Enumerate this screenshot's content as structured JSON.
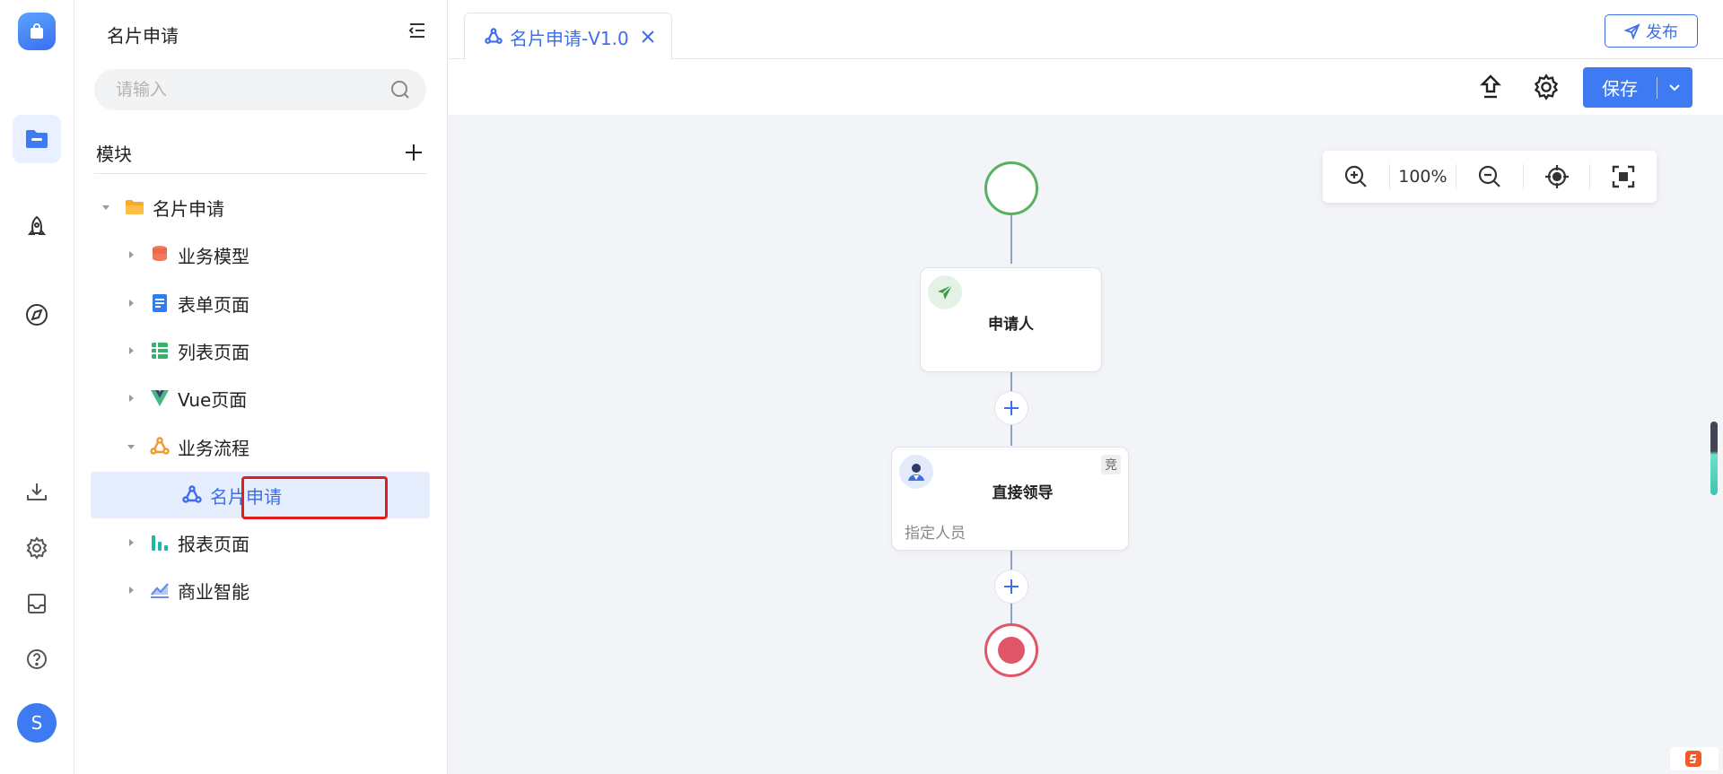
{
  "rail": {
    "avatar_letter": "S",
    "icons": [
      "bag-icon",
      "folder-icon",
      "rocket-icon",
      "compass-icon",
      "download-icon",
      "gear-icon",
      "inbox-icon",
      "help-icon"
    ]
  },
  "panel": {
    "title": "名片申请",
    "search_placeholder": "请输入",
    "section_title": "模块",
    "tree": [
      {
        "label": "名片申请",
        "level": 0,
        "expanded": true,
        "icon": "folder-icon"
      },
      {
        "label": "业务模型",
        "level": 1,
        "expanded": false,
        "icon": "database-icon"
      },
      {
        "label": "表单页面",
        "level": 1,
        "expanded": false,
        "icon": "form-icon"
      },
      {
        "label": "列表页面",
        "level": 1,
        "expanded": false,
        "icon": "table-icon"
      },
      {
        "label": "Vue页面",
        "level": 1,
        "expanded": false,
        "icon": "vue-icon"
      },
      {
        "label": "业务流程",
        "level": 1,
        "expanded": true,
        "icon": "process-icon"
      },
      {
        "label": "名片申请",
        "level": 2,
        "selected": true,
        "icon": "process-icon"
      },
      {
        "label": "报表页面",
        "level": 1,
        "expanded": false,
        "icon": "report-icon"
      },
      {
        "label": "商业智能",
        "level": 1,
        "expanded": false,
        "icon": "chart-icon"
      }
    ]
  },
  "tabs": [
    {
      "label": "名片申请-V1.0",
      "active": true
    }
  ],
  "header": {
    "publish_label": "发布",
    "save_label": "保存"
  },
  "canvas": {
    "zoom": "100%",
    "nodes": {
      "applicant": {
        "title": "申请人"
      },
      "leader": {
        "title": "直接领导",
        "subtitle": "指定人员",
        "tag": "竞"
      }
    }
  },
  "colors": {
    "primary": "#3e7bf2",
    "start": "#58b162",
    "end": "#e05567",
    "highlight": "#e11d1d"
  }
}
